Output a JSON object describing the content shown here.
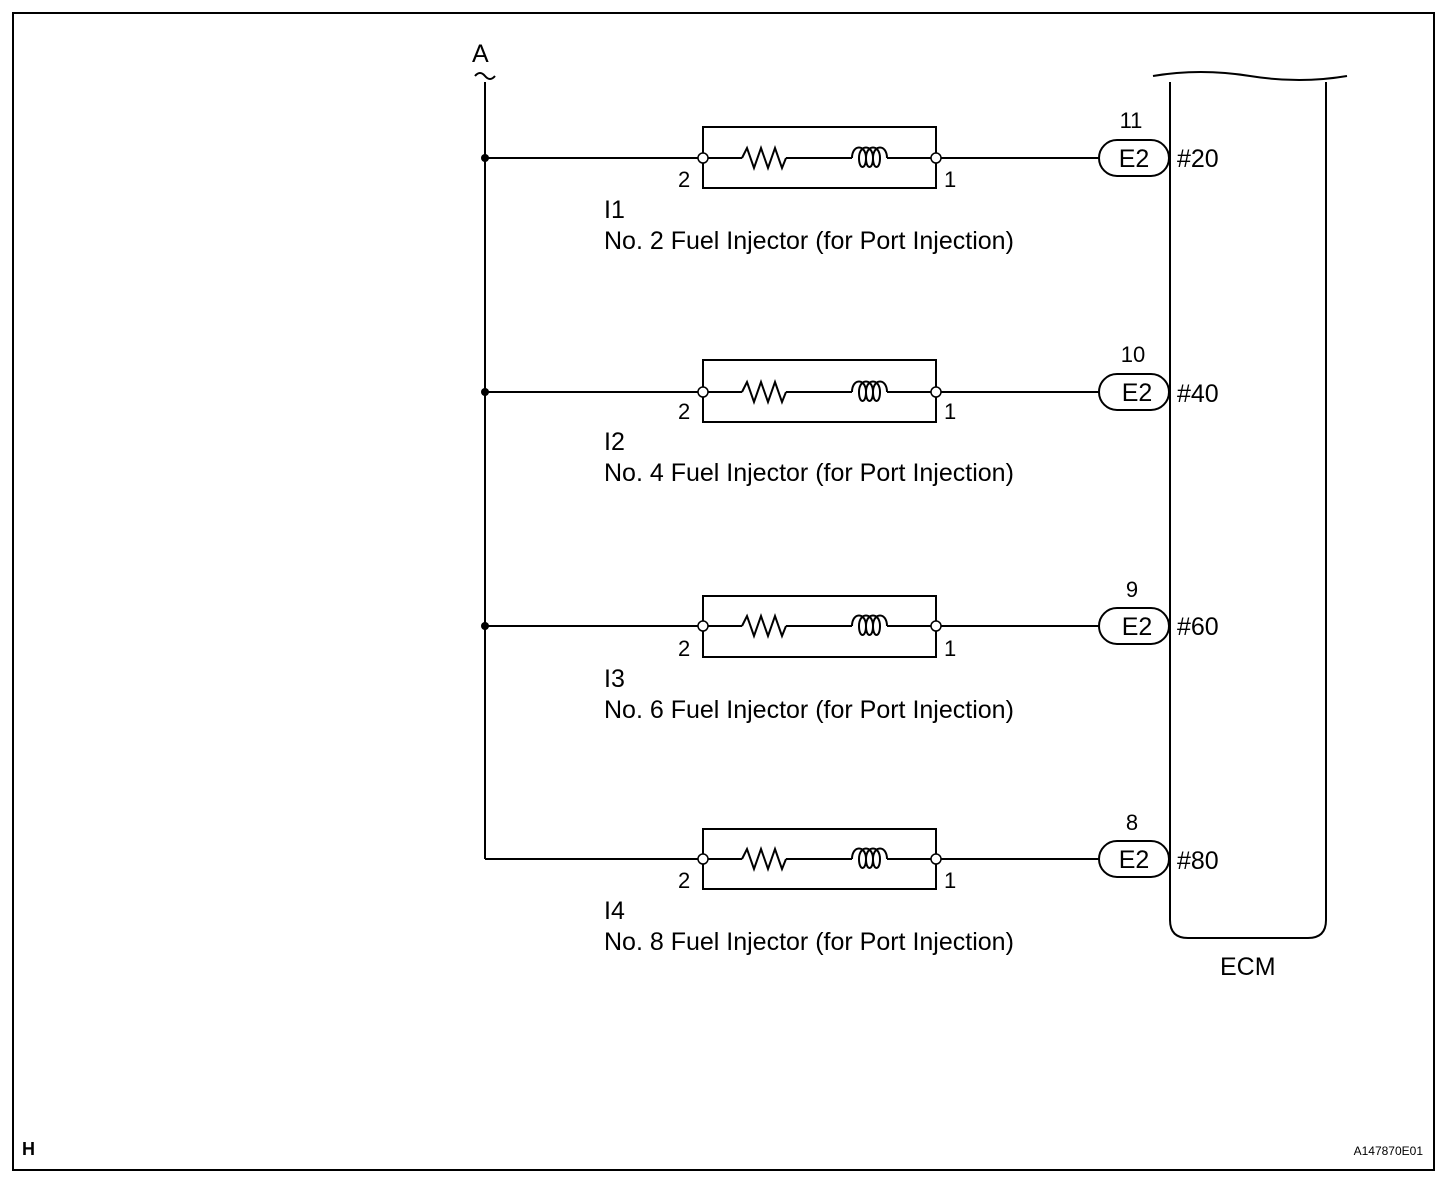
{
  "diagram": {
    "supply_label": "A",
    "ecm_label": "ECM",
    "page_code": "H",
    "figure_id": "A147870E01",
    "injectors": [
      {
        "id": "I1",
        "name": "No. 2 Fuel Injector (for Port Injection)",
        "pin_left": "2",
        "pin_right": "1",
        "connector": "E2",
        "terminal_number": "11",
        "signal": "#20"
      },
      {
        "id": "I2",
        "name": "No. 4 Fuel Injector (for Port Injection)",
        "pin_left": "2",
        "pin_right": "1",
        "connector": "E2",
        "terminal_number": "10",
        "signal": "#40"
      },
      {
        "id": "I3",
        "name": "No. 6 Fuel Injector (for Port Injection)",
        "pin_left": "2",
        "pin_right": "1",
        "connector": "E2",
        "terminal_number": "9",
        "signal": "#60"
      },
      {
        "id": "I4",
        "name": "No. 8 Fuel Injector (for Port Injection)",
        "pin_left": "2",
        "pin_right": "1",
        "connector": "E2",
        "terminal_number": "8",
        "signal": "#80"
      }
    ]
  }
}
